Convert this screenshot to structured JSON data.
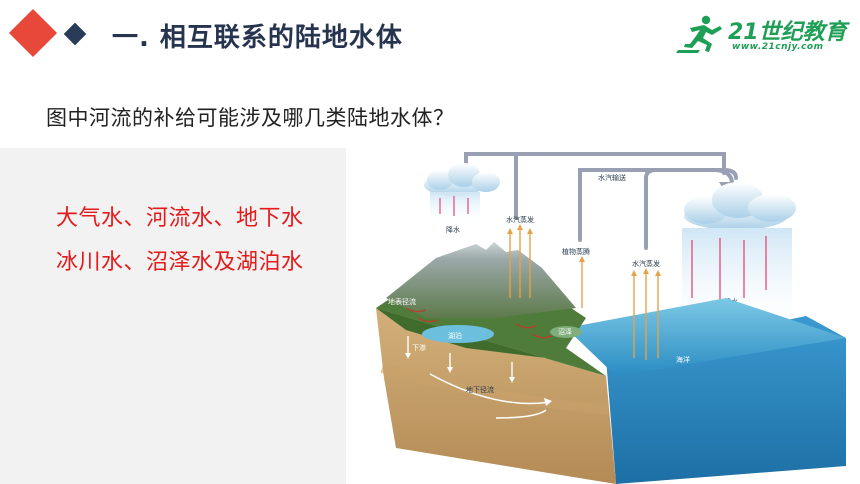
{
  "header": {
    "title": "一. 相互联系的陆地水体",
    "logo_main": "21世纪教育",
    "logo_sub": "www.21cnjy.com"
  },
  "question": "图中河流的补给可能涉及哪几类陆地水体？",
  "answer": {
    "line1": "大气水、河流水、地下水",
    "line2": "冰川水、沼泽水及湖泊水"
  },
  "diagram": {
    "labels": {
      "vapor_transport": "水汽输送",
      "precip_left": "降水",
      "precip_right": "降水",
      "evap_left": "水汽蒸发",
      "evap_right": "水汽蒸发",
      "transpiration": "植物蒸腾",
      "surface_runoff": "地表径流",
      "lake": "湖泊",
      "swamp": "沼泽",
      "infiltration": "下渗",
      "groundwater_flow": "地下径流",
      "ocean": "海洋"
    }
  },
  "colors": {
    "accent_red": "#e8483a",
    "navy": "#2a3b57",
    "answer_red": "#e31b1b",
    "logo_green": "#1f9e56"
  }
}
